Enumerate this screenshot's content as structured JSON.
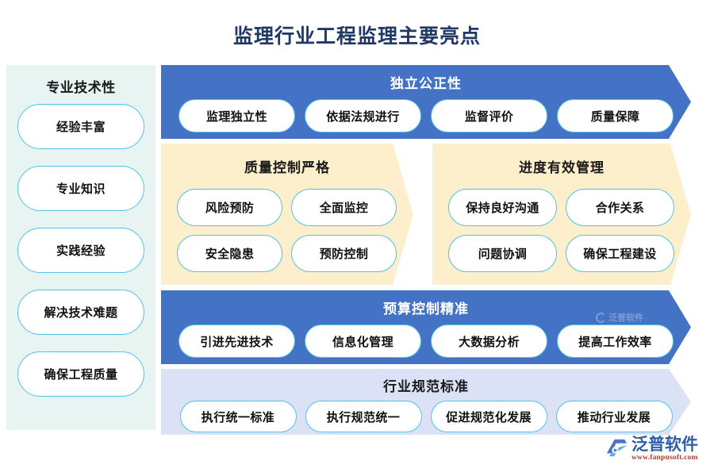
{
  "page": {
    "title": "监理行业工程监理主要亮点"
  },
  "sidebar": {
    "title": "专业技术性",
    "items": [
      {
        "label": "经验丰富"
      },
      {
        "label": "专业知识"
      },
      {
        "label": "实践经验"
      },
      {
        "label": "解决技术难题"
      },
      {
        "label": "确保工程质量"
      }
    ]
  },
  "bands": {
    "independence": {
      "heading": "独立公正性",
      "color": "#4472C4",
      "chips": [
        {
          "label": "监理独立性"
        },
        {
          "label": "依据法规进行"
        },
        {
          "label": "监督评价"
        },
        {
          "label": "质量保障"
        }
      ]
    },
    "quality": {
      "heading": "质量控制严格",
      "color": "#FDEECC",
      "chips": [
        {
          "label": "风险预防"
        },
        {
          "label": "全面监控"
        },
        {
          "label": "安全隐患"
        },
        {
          "label": "预防控制"
        }
      ]
    },
    "progress": {
      "heading": "进度有效管理",
      "color": "#FDEECC",
      "chips": [
        {
          "label": "保持良好沟通"
        },
        {
          "label": "合作关系"
        },
        {
          "label": "问题协调"
        },
        {
          "label": "确保工程建设"
        }
      ]
    },
    "budget": {
      "heading": "预算控制精准",
      "color": "#4472C4",
      "watermark": "泛普软件",
      "chips": [
        {
          "label": "引进先进技术"
        },
        {
          "label": "信息化管理"
        },
        {
          "label": "大数据分析"
        },
        {
          "label": "提高工作效率"
        }
      ]
    },
    "standards": {
      "heading": "行业规范标准",
      "color": "#DBE2F5",
      "chips": [
        {
          "label": "执行统一标准"
        },
        {
          "label": "执行规范统一"
        },
        {
          "label": "促进规范化发展"
        },
        {
          "label": "推动行业发展"
        }
      ]
    }
  },
  "brand": {
    "name": "泛普软件",
    "url": "www.fanpusoft.com"
  },
  "colors": {
    "title": "#1F3864",
    "blue": "#4472C4",
    "cream": "#FDEECC",
    "lavender": "#DBE2F5",
    "sidebar_bg": "#E7F4F1",
    "chip_border": "#4FC3E8",
    "brand_blue": "#2E5EA8",
    "brand_red": "#C0392B"
  }
}
